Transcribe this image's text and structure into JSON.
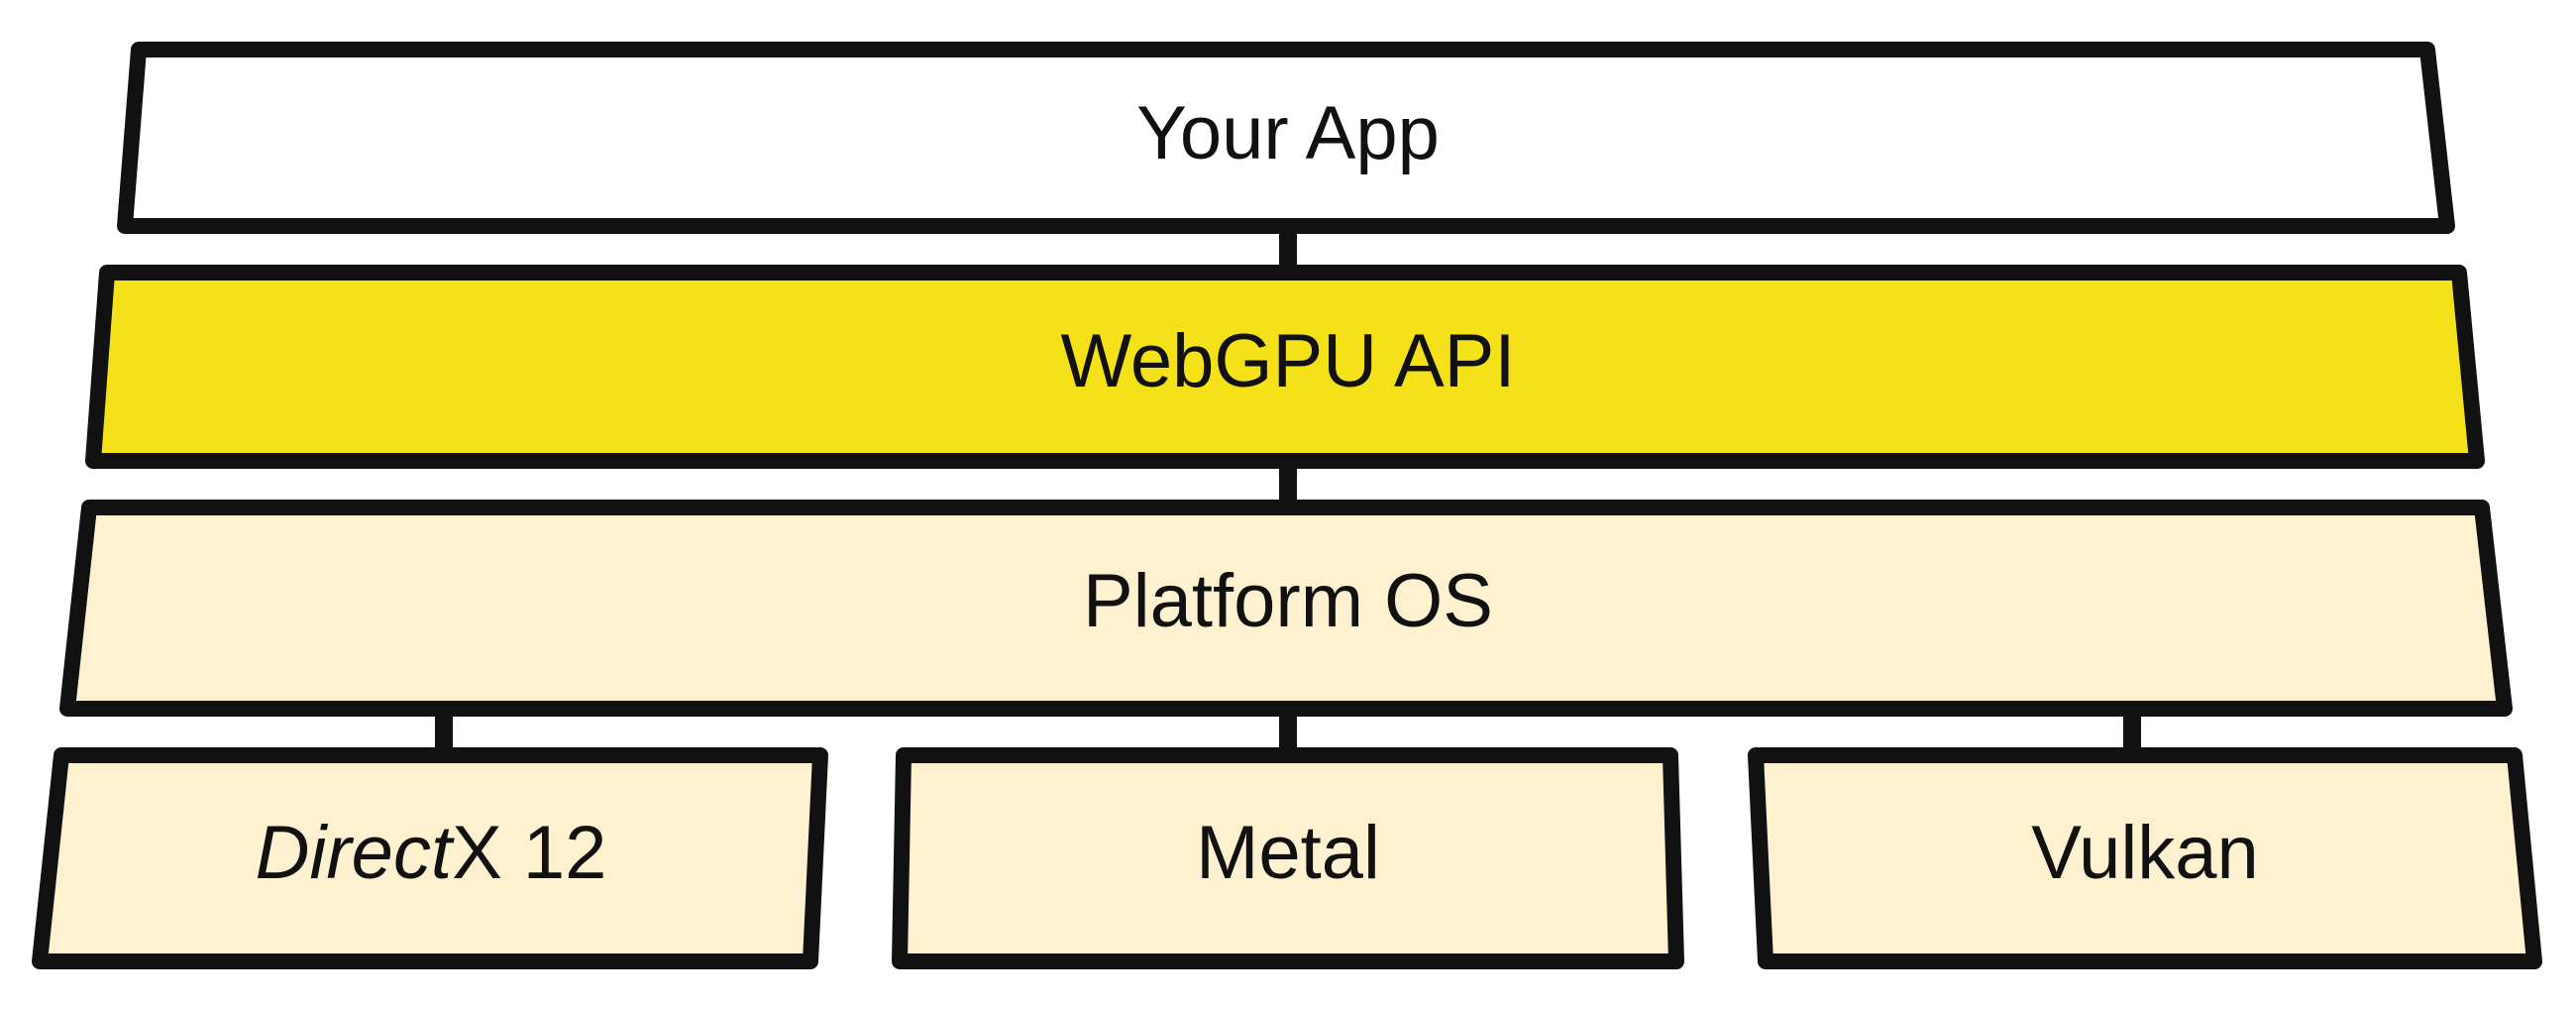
{
  "diagram": {
    "app_layer": {
      "label": "Your App",
      "fill": "#ffffff"
    },
    "webgpu_layer": {
      "label": "WebGPU API",
      "fill": "#f5e11a"
    },
    "platform_layer": {
      "label": "Platform OS",
      "fill": "#fdf1cf"
    },
    "backends": [
      {
        "label_italic": "Direct",
        "label_rest": "X 12",
        "fill": "#fdf1cf"
      },
      {
        "label": "Metal",
        "fill": "#fdf1cf"
      },
      {
        "label": "Vulkan",
        "fill": "#fdf1cf"
      }
    ],
    "stroke_color": "#111111"
  }
}
